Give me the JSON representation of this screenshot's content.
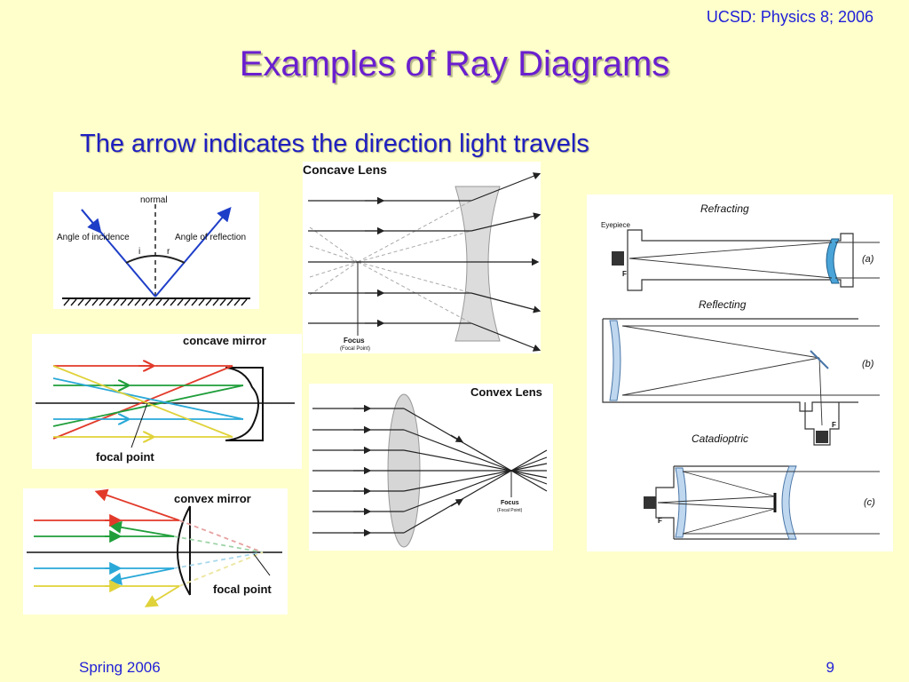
{
  "slide": {
    "course": "UCSD: Physics 8; 2006",
    "title": "Examples of Ray Diagrams",
    "subtitle": "The arrow indicates the direction light travels",
    "footer_left": "Spring 2006",
    "footer_right": "9"
  },
  "reflection": {
    "normal": "normal",
    "incidence": "Angle of incidence",
    "reflection": "Angle of reflection",
    "i": "i",
    "r": "r"
  },
  "concave_lens": {
    "title": "Concave Lens",
    "focus": "Focus",
    "focal_point": "(Focal Point)"
  },
  "convex_lens": {
    "title": "Convex Lens",
    "focus": "Focus",
    "focal_point": "(Focal Point)"
  },
  "concave_mirror": {
    "title": "concave mirror",
    "focal": "focal point"
  },
  "convex_mirror": {
    "title": "convex mirror",
    "focal": "focal point"
  },
  "telescopes": {
    "refracting": "Refracting",
    "eyepiece": "Eyepiece",
    "a": "(a)",
    "reflecting": "Reflecting",
    "b": "(b)",
    "catadioptric": "Catadioptric",
    "c": "(c)",
    "f": "F"
  },
  "colors": {
    "blue_text": "#1F1FD8",
    "title_purple": "#6A1FCF",
    "background": "#FFFFCC"
  }
}
